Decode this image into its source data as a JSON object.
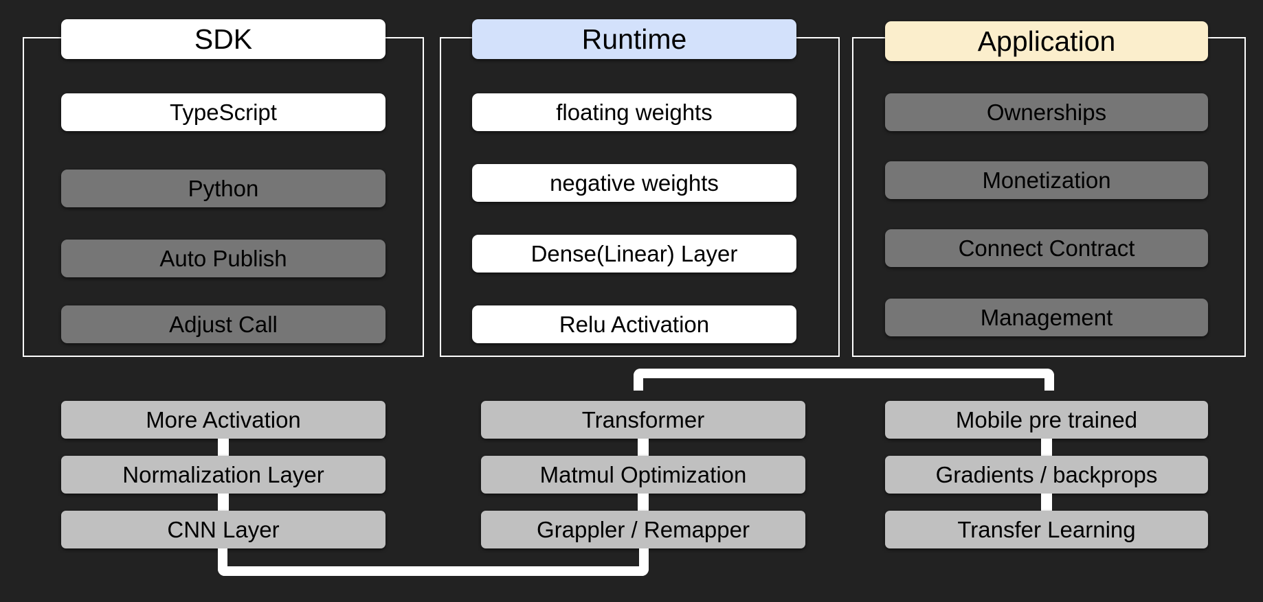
{
  "diagram": {
    "background_color": "#222222",
    "frame_border_color": "#ffffff",
    "connector_color": "#ffffff",
    "columns": [
      {
        "id": "sdk",
        "header": {
          "label": "SDK",
          "fill": "#ffffff"
        },
        "items": [
          {
            "label": "TypeScript",
            "fill": "#ffffff"
          },
          {
            "label": "Python",
            "fill": "#767676"
          },
          {
            "label": "Auto Publish",
            "fill": "#767676"
          },
          {
            "label": "Adjust Call",
            "fill": "#767676"
          }
        ]
      },
      {
        "id": "runtime",
        "header": {
          "label": "Runtime",
          "fill": "#d3e1fb"
        },
        "items": [
          {
            "label": "floating weights",
            "fill": "#ffffff"
          },
          {
            "label": "negative weights",
            "fill": "#ffffff"
          },
          {
            "label": "Dense(Linear) Layer",
            "fill": "#ffffff"
          },
          {
            "label": "Relu Activation",
            "fill": "#ffffff"
          }
        ]
      },
      {
        "id": "application",
        "header": {
          "label": "Application",
          "fill": "#fbeecc"
        },
        "items": [
          {
            "label": "Ownerships",
            "fill": "#767676"
          },
          {
            "label": "Monetization",
            "fill": "#767676"
          },
          {
            "label": "Connect Contract",
            "fill": "#767676"
          },
          {
            "label": "Management",
            "fill": "#767676"
          }
        ]
      }
    ],
    "roadmap_columns": [
      {
        "id": "roadmap-left",
        "items": [
          {
            "label": "More Activation",
            "fill": "#c0c0c0"
          },
          {
            "label": "Normalization Layer",
            "fill": "#c0c0c0"
          },
          {
            "label": "CNN Layer",
            "fill": "#c0c0c0"
          }
        ]
      },
      {
        "id": "roadmap-middle",
        "items": [
          {
            "label": "Transformer",
            "fill": "#c0c0c0"
          },
          {
            "label": "Matmul Optimization",
            "fill": "#c0c0c0"
          },
          {
            "label": "Grappler / Remapper",
            "fill": "#c0c0c0"
          }
        ]
      },
      {
        "id": "roadmap-right",
        "items": [
          {
            "label": "Mobile pre trained",
            "fill": "#c0c0c0"
          },
          {
            "label": "Gradients / backprops",
            "fill": "#c0c0c0"
          },
          {
            "label": "Transfer Learning",
            "fill": "#c0c0c0"
          }
        ]
      }
    ]
  }
}
